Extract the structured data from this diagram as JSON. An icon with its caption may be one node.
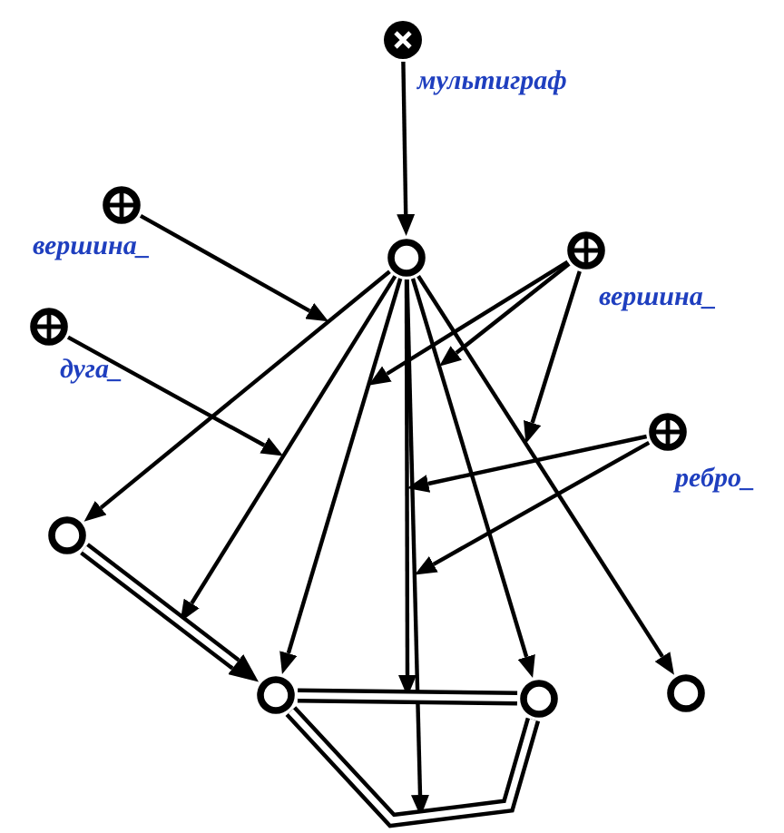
{
  "diagram": {
    "nodes": [
      {
        "text": [
          "мультиграф"
        ]
      },
      {
        "text": [],
        "shape": "circle"
      },
      {
        "text": [
          "вершина_"
        ]
      },
      {
        "text": [
          "вершина_"
        ]
      },
      {
        "text": [
          "дуга_"
        ]
      },
      {
        "text": [
          "ребро_"
        ]
      },
      {
        "text": [],
        "shape": "circle"
      },
      {
        "text": [],
        "shape": "circle"
      },
      {
        "text": [],
        "shape": "circle"
      },
      {
        "text": [],
        "shape": "circle"
      }
    ],
    "edges": [
      {
        "from": 0,
        "to": 1,
        "arrow": "to"
      },
      {
        "from": 1,
        "to": 6,
        "arrow": "to"
      },
      {
        "from": 1,
        "to": null,
        "arrow": "to"
      },
      {
        "from": 1,
        "to": 7,
        "arrow": "to"
      },
      {
        "from": 1,
        "to": null,
        "arrow": "to"
      },
      {
        "from": 1,
        "to": null,
        "arrow": "to"
      },
      {
        "from": 1,
        "to": 8,
        "arrow": "to"
      },
      {
        "from": 1,
        "to": 9,
        "arrow": "to"
      },
      {
        "from": 6,
        "to": 7,
        "arrow": "to",
        "style": "thick"
      },
      {
        "from": 7,
        "to": 8,
        "arrow": "none",
        "style": "thick"
      },
      {
        "from": 7,
        "to": 8,
        "arrow": "none",
        "style": "thick"
      },
      {
        "from": 2,
        "to": null,
        "arrow": "to"
      },
      {
        "from": 3,
        "to": null,
        "arrow": "to"
      },
      {
        "from": 3,
        "to": null,
        "arrow": "to"
      },
      {
        "from": 3,
        "to": null,
        "arrow": "to"
      },
      {
        "from": 4,
        "to": null,
        "arrow": "to"
      },
      {
        "from": 5,
        "to": null,
        "arrow": "to"
      },
      {
        "from": 5,
        "to": null,
        "arrow": "to"
      }
    ]
  }
}
